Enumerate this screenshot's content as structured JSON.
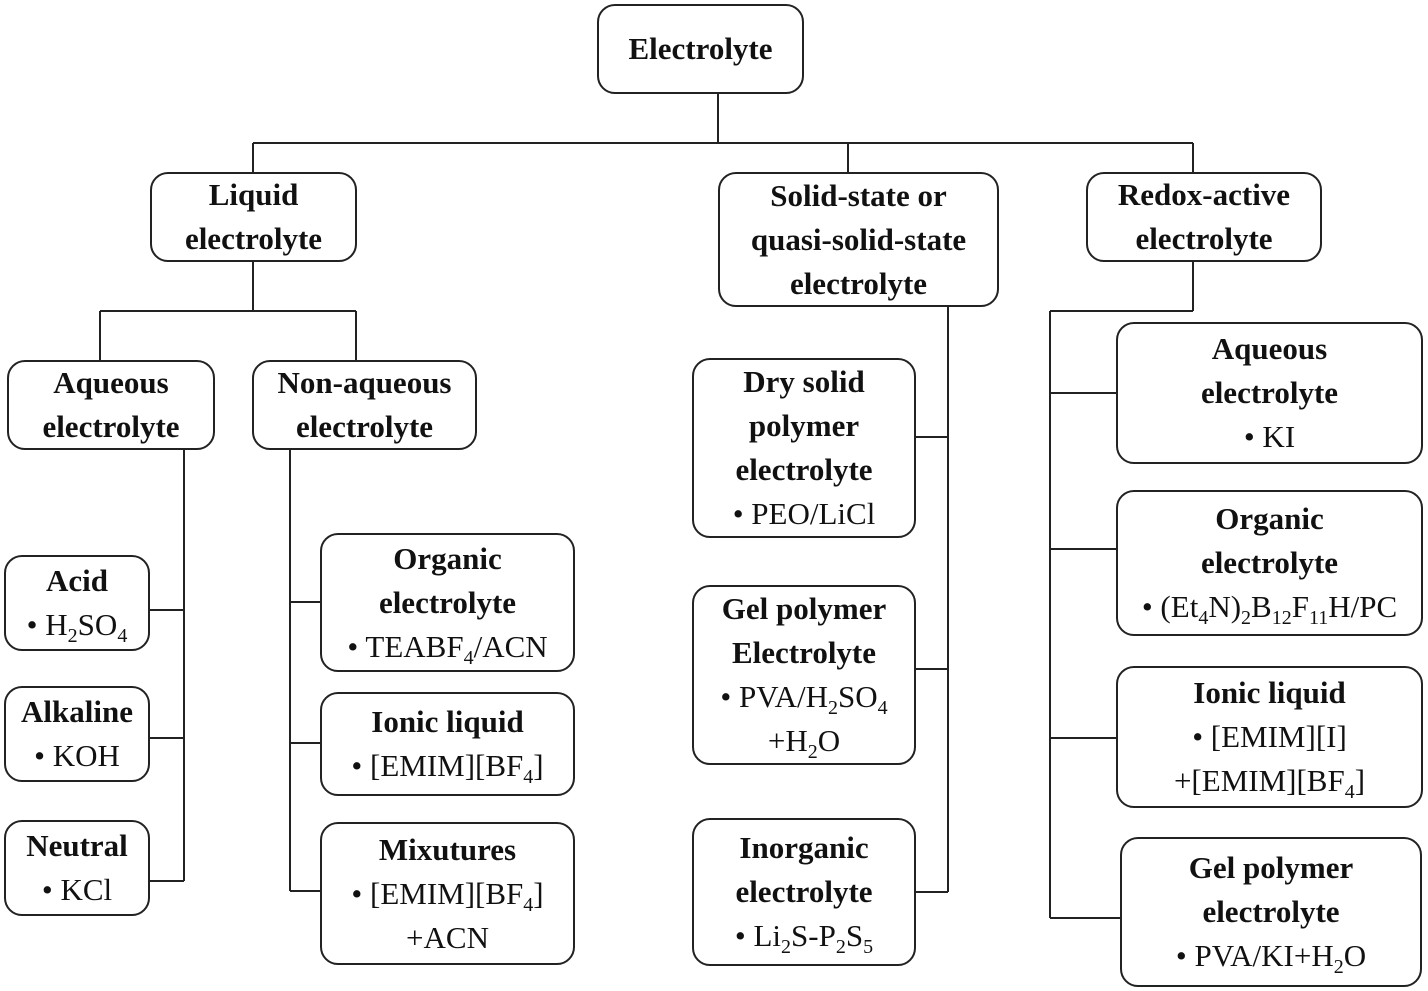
{
  "diagram": {
    "root": {
      "title": [
        "Electrolyte"
      ]
    },
    "liquid": {
      "title": [
        "Liquid",
        "electrolyte"
      ]
    },
    "solid": {
      "title": [
        "Solid-state or",
        "quasi-solid-state",
        "electrolyte"
      ]
    },
    "redox": {
      "title": [
        "Redox-active",
        "electrolyte"
      ]
    },
    "aqueous": {
      "title": [
        "Aqueous",
        "electrolyte"
      ]
    },
    "nonaqueous": {
      "title": [
        "Non-aqueous",
        "electrolyte"
      ]
    },
    "acid": {
      "title": [
        "Acid"
      ],
      "items": [
        [
          [
            "• H",
            ""
          ],
          [
            "2",
            "sub"
          ],
          [
            "SO",
            ""
          ],
          [
            "4",
            "sub"
          ]
        ]
      ]
    },
    "alkaline": {
      "title": [
        "Alkaline"
      ],
      "items": [
        [
          [
            "• KOH",
            ""
          ]
        ]
      ]
    },
    "neutral": {
      "title": [
        "Neutral"
      ],
      "items": [
        [
          [
            "• KCl",
            ""
          ]
        ]
      ]
    },
    "organic": {
      "title": [
        "Organic",
        "electrolyte"
      ],
      "items": [
        [
          [
            "• TEABF",
            ""
          ],
          [
            "4",
            "sub"
          ],
          [
            "/ACN",
            ""
          ]
        ]
      ]
    },
    "ionic": {
      "title": [
        "Ionic liquid"
      ],
      "items": [
        [
          [
            "• [EMIM][BF",
            ""
          ],
          [
            "4",
            "sub"
          ],
          [
            "]",
            ""
          ]
        ]
      ]
    },
    "mixtures": {
      "title": [
        "Mixutures"
      ],
      "items": [
        [
          [
            "• [EMIM][BF",
            ""
          ],
          [
            "4",
            "sub"
          ],
          [
            "]",
            ""
          ]
        ],
        [
          [
            "+ACN",
            ""
          ]
        ]
      ]
    },
    "drysolid": {
      "title": [
        "Dry solid",
        "polymer",
        "electrolyte"
      ],
      "items": [
        [
          [
            "• PEO/LiCl",
            ""
          ]
        ]
      ]
    },
    "gelpoly": {
      "title": [
        "Gel polymer",
        "Electrolyte"
      ],
      "items": [
        [
          [
            "• PVA/H",
            ""
          ],
          [
            "2",
            "sub"
          ],
          [
            "SO",
            ""
          ],
          [
            "4",
            "sub"
          ]
        ],
        [
          [
            "+H",
            ""
          ],
          [
            "2",
            "sub"
          ],
          [
            "O",
            ""
          ]
        ]
      ]
    },
    "inorganic": {
      "title": [
        "Inorganic",
        "electrolyte"
      ],
      "items": [
        [
          [
            "• Li",
            ""
          ],
          [
            "2",
            "sub"
          ],
          [
            "S-P",
            ""
          ],
          [
            "2",
            "sub"
          ],
          [
            "S",
            ""
          ],
          [
            "5",
            "sub"
          ]
        ]
      ]
    },
    "r_aqueous": {
      "title": [
        "Aqueous",
        "electrolyte"
      ],
      "items": [
        [
          [
            "• KI",
            ""
          ]
        ]
      ]
    },
    "r_organic": {
      "title": [
        "Organic",
        "electrolyte"
      ],
      "items": [
        [
          [
            "• (Et",
            ""
          ],
          [
            "4",
            "sub"
          ],
          [
            "N)",
            ""
          ],
          [
            "2",
            "sub"
          ],
          [
            "B",
            ""
          ],
          [
            "12",
            "sub"
          ],
          [
            "F",
            ""
          ],
          [
            "11",
            "sub"
          ],
          [
            "H/PC",
            ""
          ]
        ]
      ]
    },
    "r_ionic": {
      "title": [
        "Ionic liquid"
      ],
      "items": [
        [
          [
            "• [EMIM][I]",
            ""
          ]
        ],
        [
          [
            "+[EMIM][BF",
            ""
          ],
          [
            "4",
            "sub"
          ],
          [
            "]",
            ""
          ]
        ]
      ]
    },
    "r_gel": {
      "title": [
        "Gel polymer",
        "electrolyte"
      ],
      "items": [
        [
          [
            "• PVA/KI+H",
            ""
          ],
          [
            "2",
            "sub"
          ],
          [
            "O",
            ""
          ]
        ]
      ]
    }
  }
}
